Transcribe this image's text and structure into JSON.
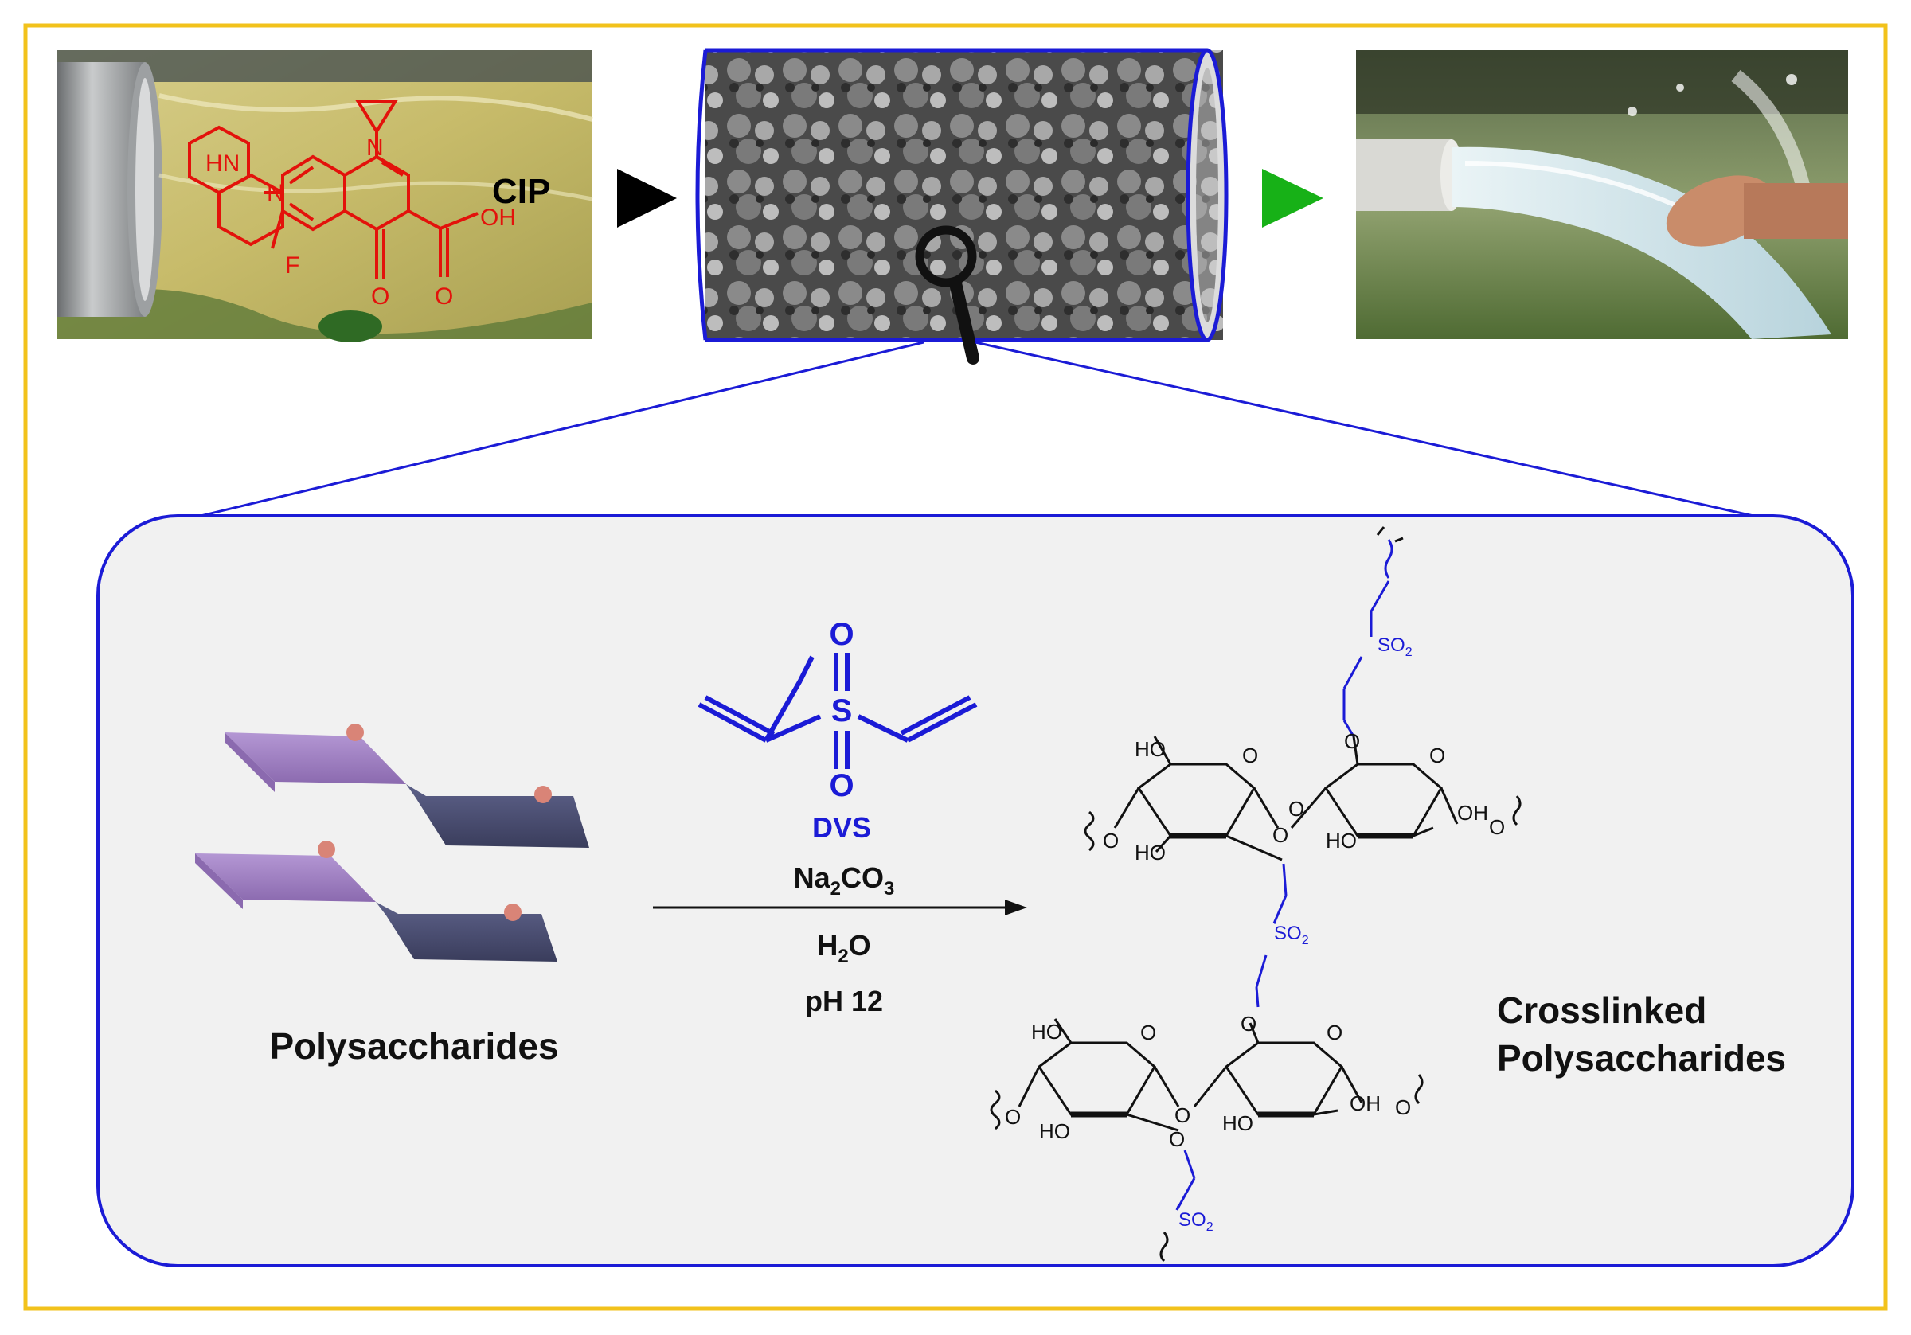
{
  "colors": {
    "frame": "#f2c21b",
    "accent_blue": "#1b1bd6",
    "drug_red": "#e3120b",
    "arrow_black": "#000000",
    "arrow_green": "#17b117",
    "panel_fill": "#f1f1f1",
    "sugar_purple": "#a585c7",
    "sugar_navy": "#4f5277",
    "bead": "#d98477"
  },
  "top": {
    "cip_label": "CIP",
    "cip_atoms": {
      "hn": "HN",
      "n_piperazine": "N",
      "n_ring": "N",
      "f": "F",
      "o_keto": "O",
      "o_acid": "O",
      "oh": "OH"
    }
  },
  "reaction": {
    "reagent": {
      "o_top": "O",
      "s": "S",
      "o_bottom": "O",
      "name": "DVS"
    },
    "conditions": {
      "base_prefix": "Na",
      "base_sub1": "2",
      "base_mid": "CO",
      "base_sub2": "3",
      "solvent_prefix": "H",
      "solvent_sub": "2",
      "solvent_suffix": "O",
      "ph": "pH 12"
    },
    "start_label": "Polysaccharides",
    "product_label_line1": "Crosslinked",
    "product_label_line2": "Polysaccharides",
    "product_atoms": {
      "ho": "HO",
      "oh": "OH",
      "o": "O",
      "so": "SO",
      "so_sub": "2"
    }
  }
}
